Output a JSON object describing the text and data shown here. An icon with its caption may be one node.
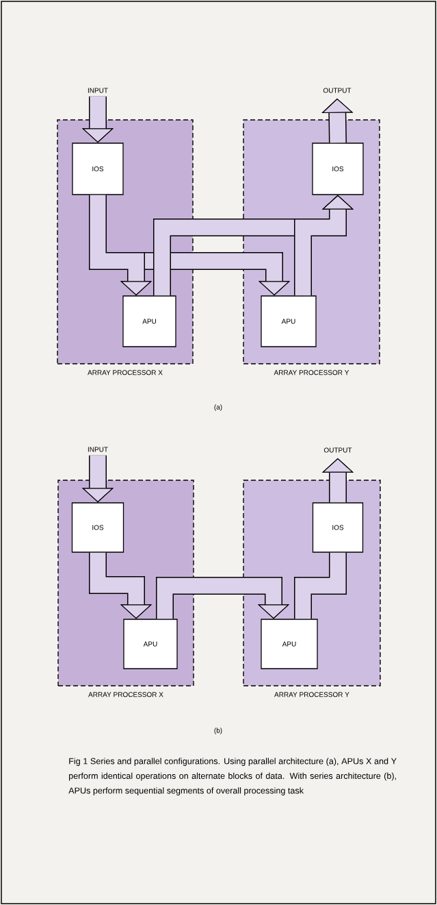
{
  "diagram": {
    "caption": "Fig 1 Series and parallel configurations. Using parallel architecture (a), APUs X and Y perform identical operations on alternate blocks of data. With series architecture (b), APUs perform sequential segments of overall processing task",
    "nodes": [
      {
        "text": [
          "INPUT"
        ]
      },
      {
        "text": [
          "OUTPUT"
        ]
      },
      {
        "text": [
          "ARRAY PROCESSOR X"
        ]
      },
      {
        "text": [
          "IOS"
        ],
        "in": 2
      },
      {
        "text": [
          "APU"
        ],
        "in": 2
      },
      {
        "text": [
          "ARRAY PROCESSOR Y"
        ]
      },
      {
        "text": [
          "IOS"
        ],
        "in": 5
      },
      {
        "text": [
          "APU"
        ],
        "in": 5
      },
      {
        "text": [
          "INPUT"
        ]
      },
      {
        "text": [
          "OUTPUT"
        ]
      },
      {
        "text": [
          "ARRAY PROCESSOR X"
        ]
      },
      {
        "text": [
          "IOS"
        ],
        "in": 10
      },
      {
        "text": [
          "APU"
        ],
        "in": 10
      },
      {
        "text": [
          "ARRAY PROCESSOR Y"
        ]
      },
      {
        "text": [
          "IOS"
        ],
        "in": 13
      },
      {
        "text": [
          "APU"
        ],
        "in": 13
      }
    ],
    "edges": [
      {
        "from": 0,
        "to": 3,
        "arrow": "to"
      },
      {
        "from": 3,
        "to": 7,
        "arrow": "to"
      },
      {
        "from": 3,
        "to": 4,
        "arrow": "to"
      },
      {
        "from": 4,
        "to": 6,
        "arrow": "to"
      },
      {
        "from": 7,
        "to": 6,
        "arrow": "to"
      },
      {
        "from": 6,
        "to": 1,
        "arrow": "to"
      },
      {
        "from": 8,
        "to": 11,
        "arrow": "to"
      },
      {
        "from": 11,
        "to": 12,
        "arrow": "to"
      },
      {
        "from": 12,
        "to": 15,
        "arrow": "to"
      },
      {
        "from": 15,
        "to": 14,
        "arrow": "none"
      },
      {
        "from": 14,
        "to": 9,
        "arrow": "to"
      }
    ],
    "labels": [
      "(a)",
      "(b)"
    ]
  }
}
